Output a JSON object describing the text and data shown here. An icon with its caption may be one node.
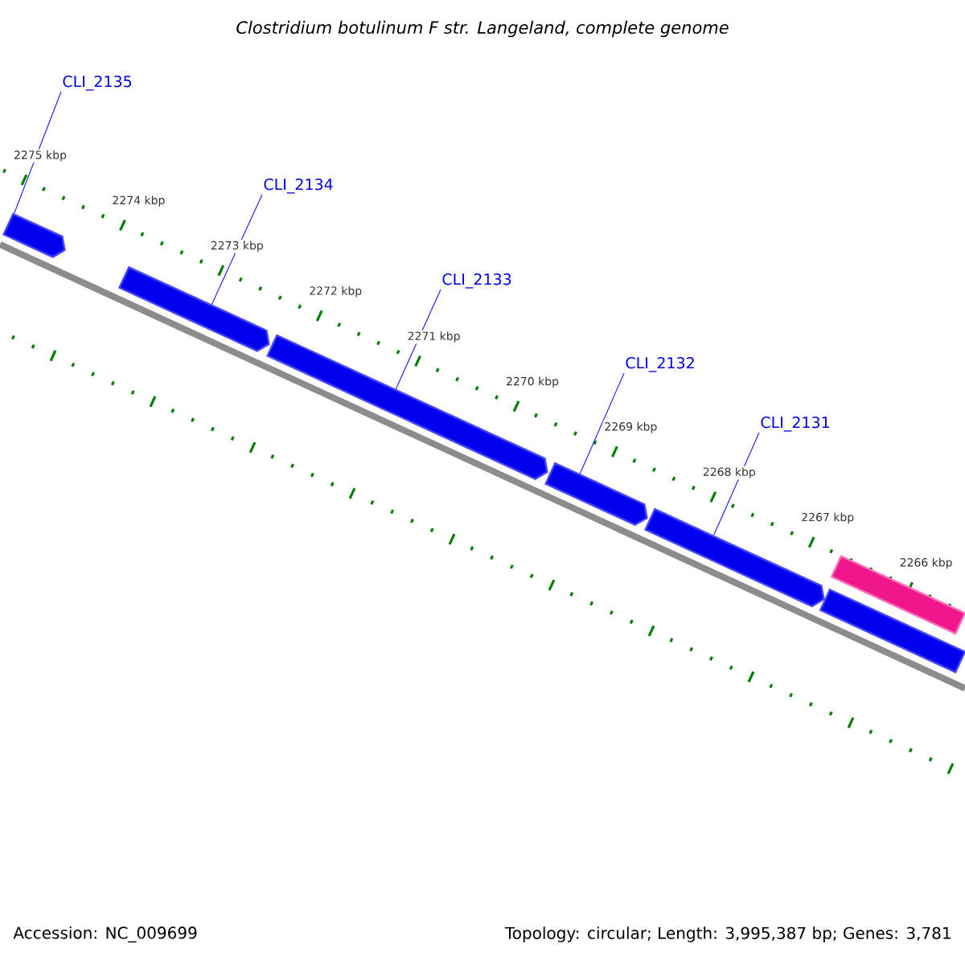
{
  "diagram": {
    "title": "Clostridium botulinum F str. Langeland, complete genome",
    "nodes": [
      {
        "text": [
          "CLI_2135"
        ]
      },
      {
        "text": [
          "CLI_2134"
        ]
      },
      {
        "text": [
          "CLI_2133"
        ]
      },
      {
        "text": [
          "CLI_2132"
        ]
      },
      {
        "text": [
          "CLI_2131"
        ]
      },
      {
        "text": [],
        "shape": "arrow"
      },
      {
        "text": [],
        "shape": "arrow"
      },
      {
        "text": [],
        "shape": "arrow"
      },
      {
        "text": [],
        "shape": "arrow"
      },
      {
        "text": [],
        "shape": "arrow"
      },
      {
        "text": [],
        "shape": "bar"
      },
      {
        "text": [],
        "shape": "bar"
      }
    ],
    "edges": [
      {
        "from": 0,
        "to": 5,
        "arrow": "none"
      },
      {
        "from": 1,
        "to": 6,
        "arrow": "none"
      },
      {
        "from": 2,
        "to": 7,
        "arrow": "none"
      },
      {
        "from": 3,
        "to": 8,
        "arrow": "none"
      },
      {
        "from": 4,
        "to": 9,
        "arrow": "none"
      }
    ],
    "labels": [
      "2275 kbp",
      "2274 kbp",
      "2273 kbp",
      "2272 kbp",
      "2271 kbp",
      "2270 kbp",
      "2269 kbp",
      "2268 kbp",
      "2267 kbp",
      "2266 kbp",
      "Accession: NC_009699",
      "Topology: circular; Length: 3,995,387 bp; Genes: 3,781"
    ]
  }
}
